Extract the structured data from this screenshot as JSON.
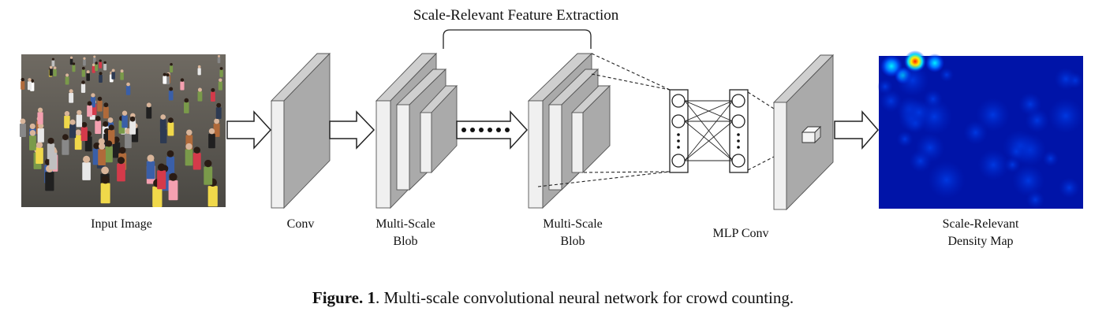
{
  "bracket": {
    "label": "Scale-Relevant Feature Extraction"
  },
  "labels": {
    "input_image": "Input Image",
    "conv": "Conv",
    "blob1_line1": "Multi-Scale",
    "blob1_line2": "Blob",
    "blob2_line1": "Multi-Scale",
    "blob2_line2": "Blob",
    "mlp_conv": "MLP Conv",
    "density_line1": "Scale-Relevant",
    "density_line2": "Density Map"
  },
  "caption": {
    "prefix": "Figure. 1",
    "text": ". Multi-scale convolutional neural network for crowd counting."
  },
  "colors": {
    "block_front": "#e2e2e2",
    "block_side": "#aaaaaa",
    "block_top": "#cfcfcf",
    "density_background": "#0014a8",
    "hotspot": "#ff2000"
  },
  "icons": {
    "photo": "crowd-photo",
    "heatmap": "density-heatmap"
  }
}
